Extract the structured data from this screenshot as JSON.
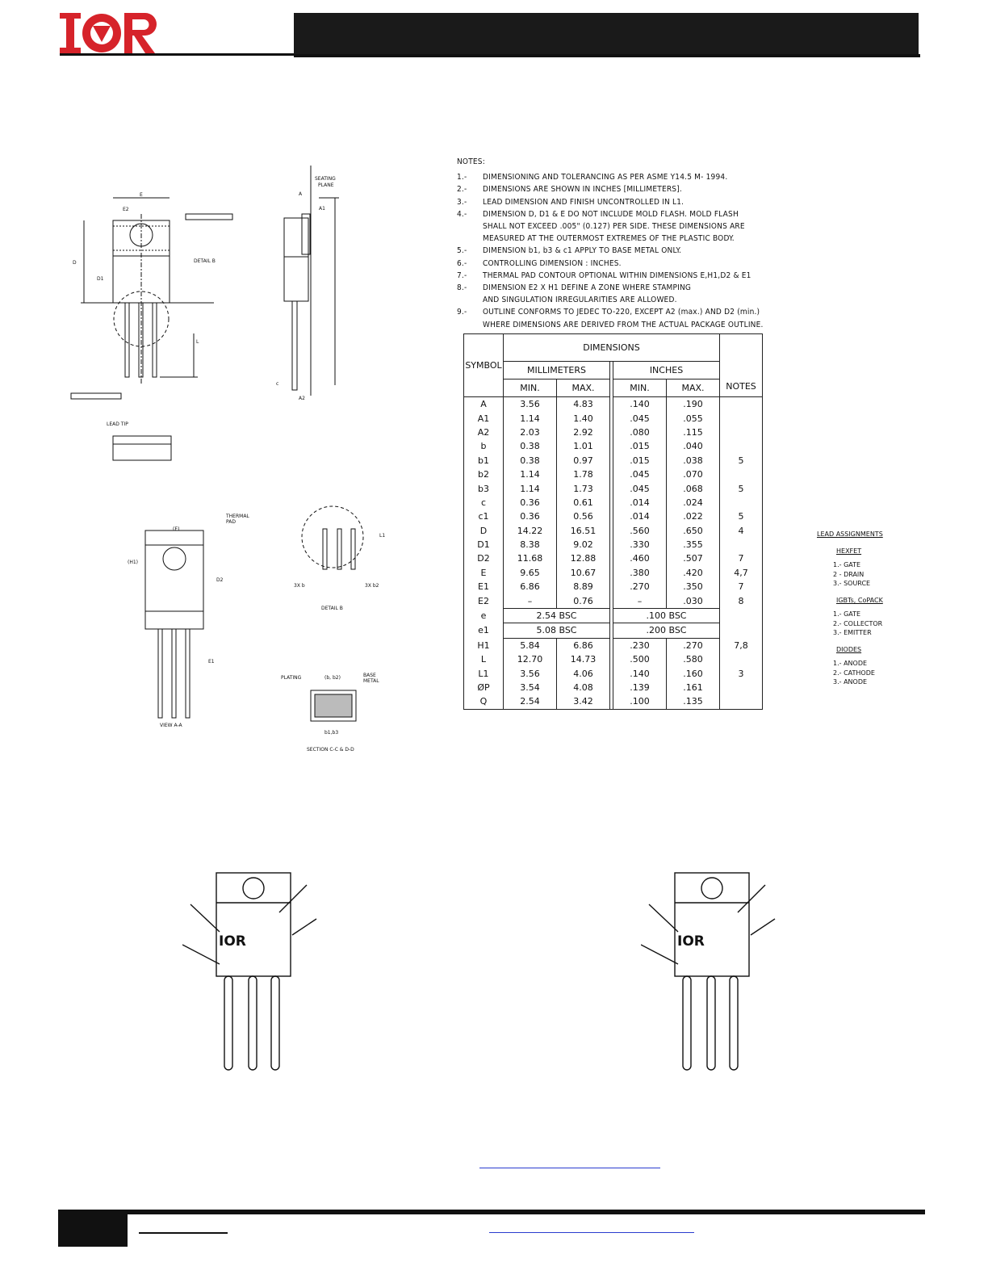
{
  "brand": {
    "logo_text": "IOR",
    "accent": "#d6232a"
  },
  "notes": {
    "heading": "NOTES:",
    "items": [
      {
        "num": "1.-",
        "text": "DIMENSIONING AND TOLERANCING AS PER ASME Y14.5 M- 1994."
      },
      {
        "num": "2.-",
        "text": "DIMENSIONS ARE SHOWN IN INCHES [MILLIMETERS]."
      },
      {
        "num": "3.-",
        "text": "LEAD DIMENSION AND FINISH UNCONTROLLED IN L1."
      },
      {
        "num": "4.-",
        "text": "DIMENSION D, D1 & E DO NOT INCLUDE MOLD FLASH. MOLD FLASH\nSHALL NOT EXCEED .005\" (0.127) PER SIDE. THESE DIMENSIONS ARE\nMEASURED AT THE OUTERMOST EXTREMES OF THE PLASTIC BODY."
      },
      {
        "num": "5.-",
        "text": "DIMENSION b1, b3 & c1 APPLY TO BASE METAL ONLY."
      },
      {
        "num": "6.-",
        "text": "CONTROLLING DIMENSION : INCHES."
      },
      {
        "num": "7.-",
        "text": "THERMAL PAD CONTOUR OPTIONAL WITHIN DIMENSIONS E,H1,D2 & E1"
      },
      {
        "num": "8.-",
        "text": "DIMENSION E2 X H1 DEFINE A ZONE WHERE STAMPING\nAND SINGULATION IRREGULARITIES ARE ALLOWED."
      },
      {
        "num": "9.-",
        "text": "OUTLINE CONFORMS TO JEDEC TO-220, EXCEPT A2 (max.) AND D2 (min.)\nWHERE DIMENSIONS ARE DERIVED FROM THE ACTUAL PACKAGE OUTLINE."
      }
    ]
  },
  "table": {
    "symbol_header": "SYMBOL",
    "dimensions_header": "DIMENSIONS",
    "mm_header": "MILLIMETERS",
    "in_header": "INCHES",
    "notes_header": "NOTES",
    "min": "MIN.",
    "max": "MAX.",
    "rows": [
      [
        "A",
        "3.56",
        "4.83",
        ".140",
        ".190",
        ""
      ],
      [
        "A1",
        "1.14",
        "1.40",
        ".045",
        ".055",
        ""
      ],
      [
        "A2",
        "2.03",
        "2.92",
        ".080",
        ".115",
        ""
      ],
      [
        "b",
        "0.38",
        "1.01",
        ".015",
        ".040",
        ""
      ],
      [
        "b1",
        "0.38",
        "0.97",
        ".015",
        ".038",
        "5"
      ],
      [
        "b2",
        "1.14",
        "1.78",
        ".045",
        ".070",
        ""
      ],
      [
        "b3",
        "1.14",
        "1.73",
        ".045",
        ".068",
        "5"
      ],
      [
        "c",
        "0.36",
        "0.61",
        ".014",
        ".024",
        ""
      ],
      [
        "c1",
        "0.36",
        "0.56",
        ".014",
        ".022",
        "5"
      ],
      [
        "D",
        "14.22",
        "16.51",
        ".560",
        ".650",
        "4"
      ],
      [
        "D1",
        "8.38",
        "9.02",
        ".330",
        ".355",
        ""
      ],
      [
        "D2",
        "11.68",
        "12.88",
        ".460",
        ".507",
        "7"
      ],
      [
        "E",
        "9.65",
        "10.67",
        ".380",
        ".420",
        "4,7"
      ],
      [
        "E1",
        "6.86",
        "8.89",
        ".270",
        ".350",
        "7"
      ],
      [
        "E2",
        "–",
        "0.76",
        "–",
        ".030",
        "8"
      ]
    ],
    "bsc_rows": [
      [
        "e",
        "2.54 BSC",
        ".100 BSC"
      ],
      [
        "e1",
        "5.08 BSC",
        ".200 BSC"
      ]
    ],
    "rows2": [
      [
        "H1",
        "5.84",
        "6.86",
        ".230",
        ".270",
        "7,8"
      ],
      [
        "L",
        "12.70",
        "14.73",
        ".500",
        ".580",
        ""
      ],
      [
        "L1",
        "3.56",
        "4.06",
        ".140",
        ".160",
        "3"
      ],
      [
        "ØP",
        "3.54",
        "4.08",
        ".139",
        ".161",
        ""
      ],
      [
        "Q",
        "2.54",
        "3.42",
        ".100",
        ".135",
        ""
      ]
    ]
  },
  "lead_assignments": {
    "title": "LEAD ASSIGNMENTS",
    "groups": [
      {
        "name": "HEXFET",
        "items": [
          "1.- GATE",
          "2 - DRAIN",
          "3.- SOURCE"
        ]
      },
      {
        "name": "IGBTs, CoPACK",
        "items": [
          "1.- GATE",
          "2.- COLLECTOR",
          "3.- EMITTER"
        ]
      },
      {
        "name": "DIODES",
        "items": [
          "1.- ANODE",
          "2.- CATHODE",
          "3.- ANODE"
        ]
      }
    ]
  },
  "drawing_labels": {
    "detail_b": "DETAIL B",
    "view_aa": "VIEW A-A",
    "section": "SECTION C-C & D-D",
    "thermal_pad": "THERMAL PAD",
    "lead_tip": "LEAD TIP",
    "seating_plane": "SEATING PLANE",
    "plating": "PLATING",
    "base_metal": "BASE METAL"
  }
}
